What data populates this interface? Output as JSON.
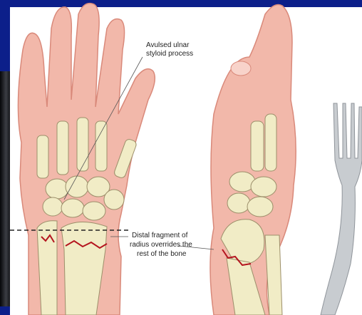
{
  "labels": {
    "ulnar_line1": "Avulsed ulnar",
    "ulnar_line2": "styloid process",
    "distal_line1": "Distal fragment of",
    "distal_line2": "radius overrides the",
    "distal_line3": "rest of the bone"
  },
  "colors": {
    "background": "#0c1f8a",
    "skin": "#f2b8aa",
    "skin_outline": "#d9897a",
    "bone": "#f1ecc6",
    "bone_outline": "#9c8f6a",
    "fracture": "#b4141e",
    "fork": "#c8ccd0"
  }
}
